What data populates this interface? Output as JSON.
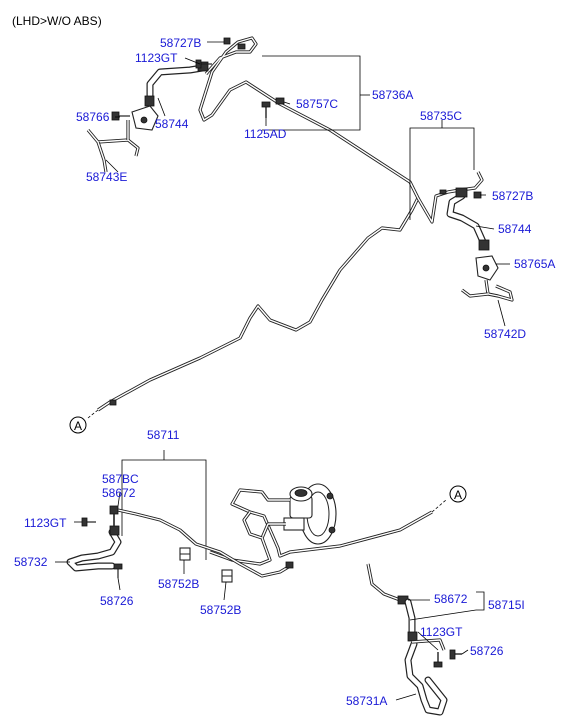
{
  "header": {
    "title": "(LHD>W/O ABS)"
  },
  "labels": {
    "l58727b_top": "58727B",
    "l1123gt_top": "1123GT",
    "l58766": "58766",
    "l58744_left": "58744",
    "l58743e": "58743E",
    "l58757c": "58757C",
    "l1125ad": "1125AD",
    "l58736a": "58736A",
    "l58735c": "58735C",
    "l58727b_right": "58727B",
    "l58744_right": "58744",
    "l58765a": "58765A",
    "l58742d": "58742D",
    "l58711": "58711",
    "l587bc": "587BC",
    "l58672_left": "58672",
    "l1123gt_left": "1123GT",
    "l58732": "58732",
    "l58726_left": "58726",
    "l58752b_1": "58752B",
    "l58752b_2": "58752B",
    "l58672_right": "58672",
    "l58715i": "58715I",
    "l1123gt_right": "1123GT",
    "l58726_right": "58726",
    "l58731a": "58731A"
  },
  "connectors": {
    "a_left": "A",
    "a_right": "A"
  },
  "colors": {
    "label": "#1a1ad6",
    "line": "#222222",
    "background": "#ffffff"
  }
}
